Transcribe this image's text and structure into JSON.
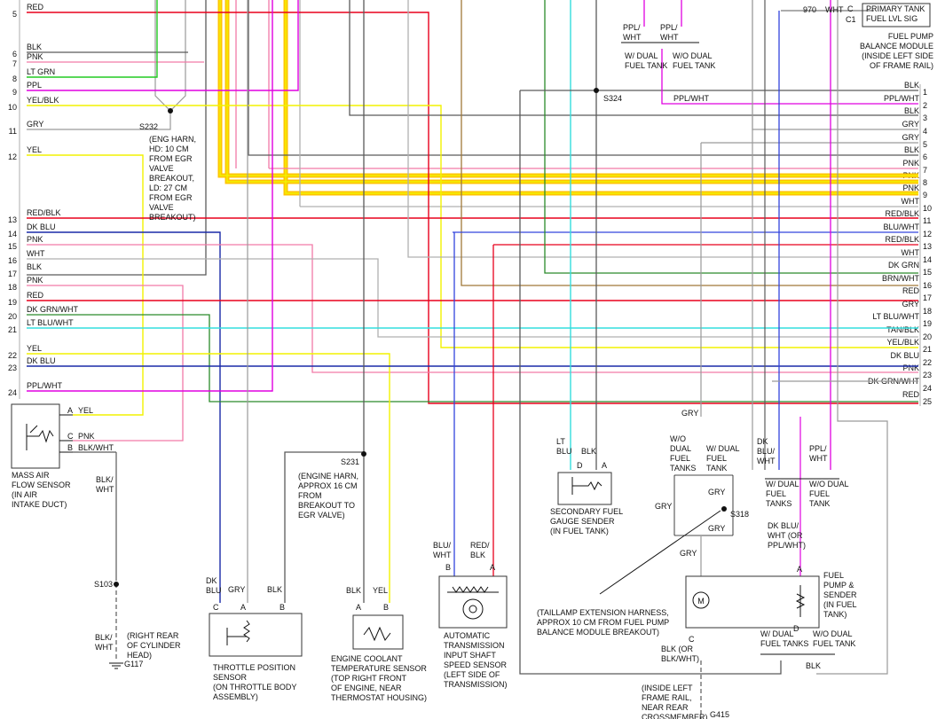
{
  "left_rows": [
    {
      "pin": "5",
      "label": "RED",
      "color": "#e8001c"
    },
    {
      "pin": "6",
      "label": "BLK",
      "color": "#5a5a5a"
    },
    {
      "pin": "7",
      "label": "PNK",
      "color": "#f27aa8"
    },
    {
      "pin": "8",
      "label": "LT GRN",
      "color": "#22cc22"
    },
    {
      "pin": "9",
      "label": "PPL",
      "color": "#e000e0"
    },
    {
      "pin": "10",
      "label": "YEL/BLK",
      "color": "#e8e800"
    },
    {
      "pin": "11",
      "label": "GRY",
      "color": "#9a9a9a"
    },
    {
      "pin": "12",
      "label": "YEL",
      "color": "#f2f200"
    },
    {
      "pin": "13",
      "label": "RED/BLK",
      "color": "#e8001c"
    },
    {
      "pin": "14",
      "label": "DK BLU",
      "color": "#1a2aa8"
    },
    {
      "pin": "15",
      "label": "PNK",
      "color": "#f27aa8"
    },
    {
      "pin": "16",
      "label": "WHT",
      "color": "#b0b0b0"
    },
    {
      "pin": "17",
      "label": "BLK",
      "color": "#5a5a5a"
    },
    {
      "pin": "18",
      "label": "PNK",
      "color": "#f27aa8"
    },
    {
      "pin": "19",
      "label": "RED",
      "color": "#e8001c"
    },
    {
      "pin": "20",
      "label": "DK GRN/WHT",
      "color": "#2a8a2a"
    },
    {
      "pin": "21",
      "label": "LT BLU/WHT",
      "color": "#33dddd"
    },
    {
      "pin": "22",
      "label": "YEL",
      "color": "#f2f200"
    },
    {
      "pin": "23",
      "label": "DK BLU",
      "color": "#1a2aa8"
    },
    {
      "pin": "24",
      "label": "PPL/WHT",
      "color": "#e000e0"
    }
  ],
  "right_rows": [
    {
      "pin": "1",
      "label": "BLK",
      "color": "#5a5a5a"
    },
    {
      "pin": "2",
      "label": "PPL/WHT",
      "color": "#e000e0"
    },
    {
      "pin": "3",
      "label": "BLK",
      "color": "#5a5a5a"
    },
    {
      "pin": "4",
      "label": "GRY",
      "color": "#9a9a9a"
    },
    {
      "pin": "5",
      "label": "GRY",
      "color": "#9a9a9a"
    },
    {
      "pin": "6",
      "label": "BLK",
      "color": "#5a5a5a"
    },
    {
      "pin": "7",
      "label": "PNK",
      "color": "#f27aa8"
    },
    {
      "pin": "8",
      "label": "PNK",
      "color": "#f27aa8"
    },
    {
      "pin": "9",
      "label": "PNK",
      "color": "#f27aa8"
    },
    {
      "pin": "10",
      "label": "WHT",
      "color": "#b0b0b0"
    },
    {
      "pin": "11",
      "label": "RED/BLK",
      "color": "#e8001c"
    },
    {
      "pin": "12",
      "label": "BLU/WHT",
      "color": "#3344dd"
    },
    {
      "pin": "13",
      "label": "RED/BLK",
      "color": "#e8001c"
    },
    {
      "pin": "14",
      "label": "WHT",
      "color": "#b0b0b0"
    },
    {
      "pin": "15",
      "label": "DK GRN",
      "color": "#2a8a2a"
    },
    {
      "pin": "16",
      "label": "BRN/WHT",
      "color": "#a07838"
    },
    {
      "pin": "17",
      "label": "RED",
      "color": "#e8001c"
    },
    {
      "pin": "18",
      "label": "GRY",
      "color": "#9a9a9a"
    },
    {
      "pin": "19",
      "label": "LT BLU/WHT",
      "color": "#33dddd"
    },
    {
      "pin": "20",
      "label": "TAN/BLK",
      "color": "#b89a70"
    },
    {
      "pin": "21",
      "label": "YEL/BLK",
      "color": "#e8e800"
    },
    {
      "pin": "22",
      "label": "DK BLU",
      "color": "#1a2aa8"
    },
    {
      "pin": "23",
      "label": "PNK",
      "color": "#f27aa8"
    },
    {
      "pin": "24",
      "label": "DK GRN/WHT",
      "color": "#2a8a2a"
    },
    {
      "pin": "25",
      "label": "RED",
      "color": "#e8001c"
    }
  ],
  "splices": {
    "s232": "S232",
    "s324": "S324",
    "s231": "S231",
    "s318": "S318",
    "s103": "S103",
    "g117": "G117",
    "g415": "G415"
  },
  "notes": {
    "s232_note": [
      "(ENG HARN,",
      "HD: 10 CM",
      "FROM EGR",
      "VALVE",
      "BREAKOUT,",
      "LD: 27 CM",
      "FROM EGR",
      "VALVE",
      "BREAKOUT)"
    ],
    "s231_note": [
      "(ENGINE HARN,",
      "APPROX 16 CM",
      "FROM",
      "BREAKOUT TO",
      "EGR VALVE)"
    ],
    "s318_note": [
      "(TAILLAMP EXTENSION HARNESS,",
      "APPROX 10 CM FROM FUEL PUMP",
      "BALANCE MODULE BREAKOUT)"
    ],
    "g117_note": [
      "(RIGHT REAR",
      "OF CYLINDER",
      "HEAD)"
    ],
    "g415_note": [
      "(INSIDE LEFT",
      "FRAME RAIL,",
      "NEAR REAR",
      "CROSSMEMBER)"
    ]
  },
  "components": {
    "maf": {
      "name": [
        "MASS AIR",
        "FLOW SENSOR",
        "(IN AIR",
        "INTAKE DUCT)"
      ],
      "pins": [
        {
          "p": "A",
          "w": "YEL"
        },
        {
          "p": "C",
          "w": "PNK"
        },
        {
          "p": "B",
          "w": "BLK/WHT"
        }
      ]
    },
    "tps": {
      "name": [
        "THROTTLE POSITION",
        "SENSOR",
        "(ON THROTTLE BODY",
        "ASSEMBLY)"
      ],
      "pins": [
        "C",
        "A",
        "B"
      ],
      "wires": [
        "DK",
        "BLU",
        "GRY",
        "BLK"
      ]
    },
    "ect": {
      "name": [
        "ENGINE COOLANT",
        "TEMPERATURE SENSOR",
        "(TOP RIGHT FRONT",
        "OF ENGINE, NEAR",
        "THERMOSTAT HOUSING)"
      ],
      "pins": [
        "A",
        "B"
      ],
      "wires": [
        "BLK",
        "YEL"
      ]
    },
    "trans": {
      "name": [
        "AUTOMATIC",
        "TRANSMISSION",
        "INPUT SHAFT",
        "SPEED SENSOR",
        "(LEFT SIDE OF",
        "TRANSMISSION)"
      ],
      "pins": [
        "B",
        "A"
      ],
      "wires": [
        "BLU/",
        "WHT",
        "RED/",
        "BLK"
      ]
    },
    "secondary": {
      "name": [
        "SECONDARY FUEL",
        "GAUGE SENDER",
        "(IN FUEL TANK)"
      ],
      "pins": [
        "D",
        "A"
      ],
      "wires": [
        "LT",
        "BLU",
        "BLK"
      ]
    },
    "pump": {
      "name": [
        "FUEL",
        "PUMP &",
        "SENDER",
        "(IN FUEL",
        "TANK)"
      ],
      "pins": [
        "A",
        "C",
        "D"
      ],
      "motor": "M"
    },
    "primary": {
      "pins": [
        "C",
        "C1"
      ],
      "wire_num": "970",
      "wire": "WHT",
      "name": [
        "PRIMARY TANK",
        "FUEL LVL SIG"
      ]
    },
    "balance": {
      "name": [
        "FUEL PUMP",
        "BALANCE MODULE",
        "(INSIDE LEFT SIDE",
        "OF FRAME RAIL)"
      ]
    }
  },
  "variant_labels": {
    "top_w_dual": [
      "W/ DUAL",
      "FUEL TANK"
    ],
    "top_wo_dual": [
      "W/O DUAL",
      "FUEL TANK"
    ],
    "top_ppl1": [
      "PPL/",
      "WHT"
    ],
    "top_ppl2": [
      "PPL/",
      "WHT"
    ],
    "gry_top": "GRY",
    "wo_dual_tanks": [
      "W/O",
      "DUAL",
      "FUEL",
      "TANKS"
    ],
    "w_dual_tank": [
      "W/ DUAL",
      "FUEL",
      "TANK"
    ],
    "gry_a": "GRY",
    "gry_b": "GRY",
    "gry_c": "GRY",
    "gry_d": "GRY",
    "dk_blu_wht": [
      "DK",
      "BLU/",
      "WHT"
    ],
    "ppl_wht_r": [
      "PPL/",
      "WHT"
    ],
    "w_dual_tanks_r": [
      "W/ DUAL",
      "FUEL",
      "TANKS"
    ],
    "wo_dual_tank_r": [
      "W/O DUAL",
      "FUEL",
      "TANK"
    ],
    "dk_blu_or": [
      "DK BLU/",
      "WHT (OR",
      "PPL/WHT)"
    ],
    "blk_or": [
      "BLK (OR",
      "BLK/WHT)"
    ],
    "w_dual_tanks_b": [
      "W/ DUAL",
      "FUEL TANKS"
    ],
    "wo_dual_tank_b": [
      "W/O DUAL",
      "FUEL TANK"
    ],
    "blk_b": "BLK",
    "blk_wht_maf": [
      "BLK/",
      "WHT"
    ],
    "blk_wht_gnd": [
      "BLK/",
      "WHT"
    ],
    "ppl_wht_row2": "PPL/WHT"
  },
  "colors": {
    "red": "#e8001c",
    "blk": "#5a5a5a",
    "pnk": "#f27aa8",
    "ltgrn": "#22cc22",
    "ppl": "#e000e0",
    "yel": "#f2f200",
    "gry": "#9a9a9a",
    "dkblu": "#1a2aa8",
    "wht": "#b0b0b0",
    "dkgrn": "#2a8a2a",
    "ltblu": "#33dddd",
    "brn": "#a07838",
    "tan": "#b89a70",
    "blu": "#3344dd",
    "highlight": "#ffc400"
  }
}
